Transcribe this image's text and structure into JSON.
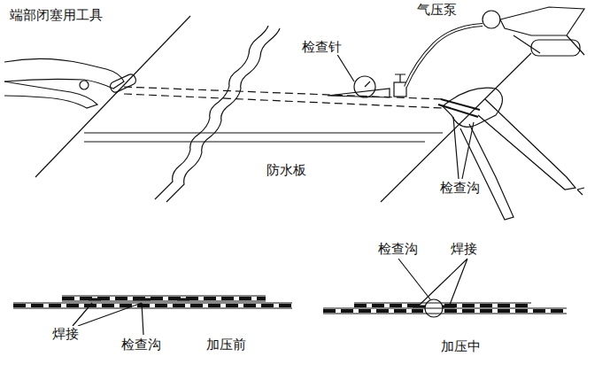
{
  "diagram": {
    "labels": [
      "端部闭塞用工具",
      "气压泵",
      "检查针",
      "防水板",
      "检查沟",
      "检查沟",
      "焊接",
      "焊接",
      "检查沟",
      "加压前",
      "加压中"
    ]
  }
}
